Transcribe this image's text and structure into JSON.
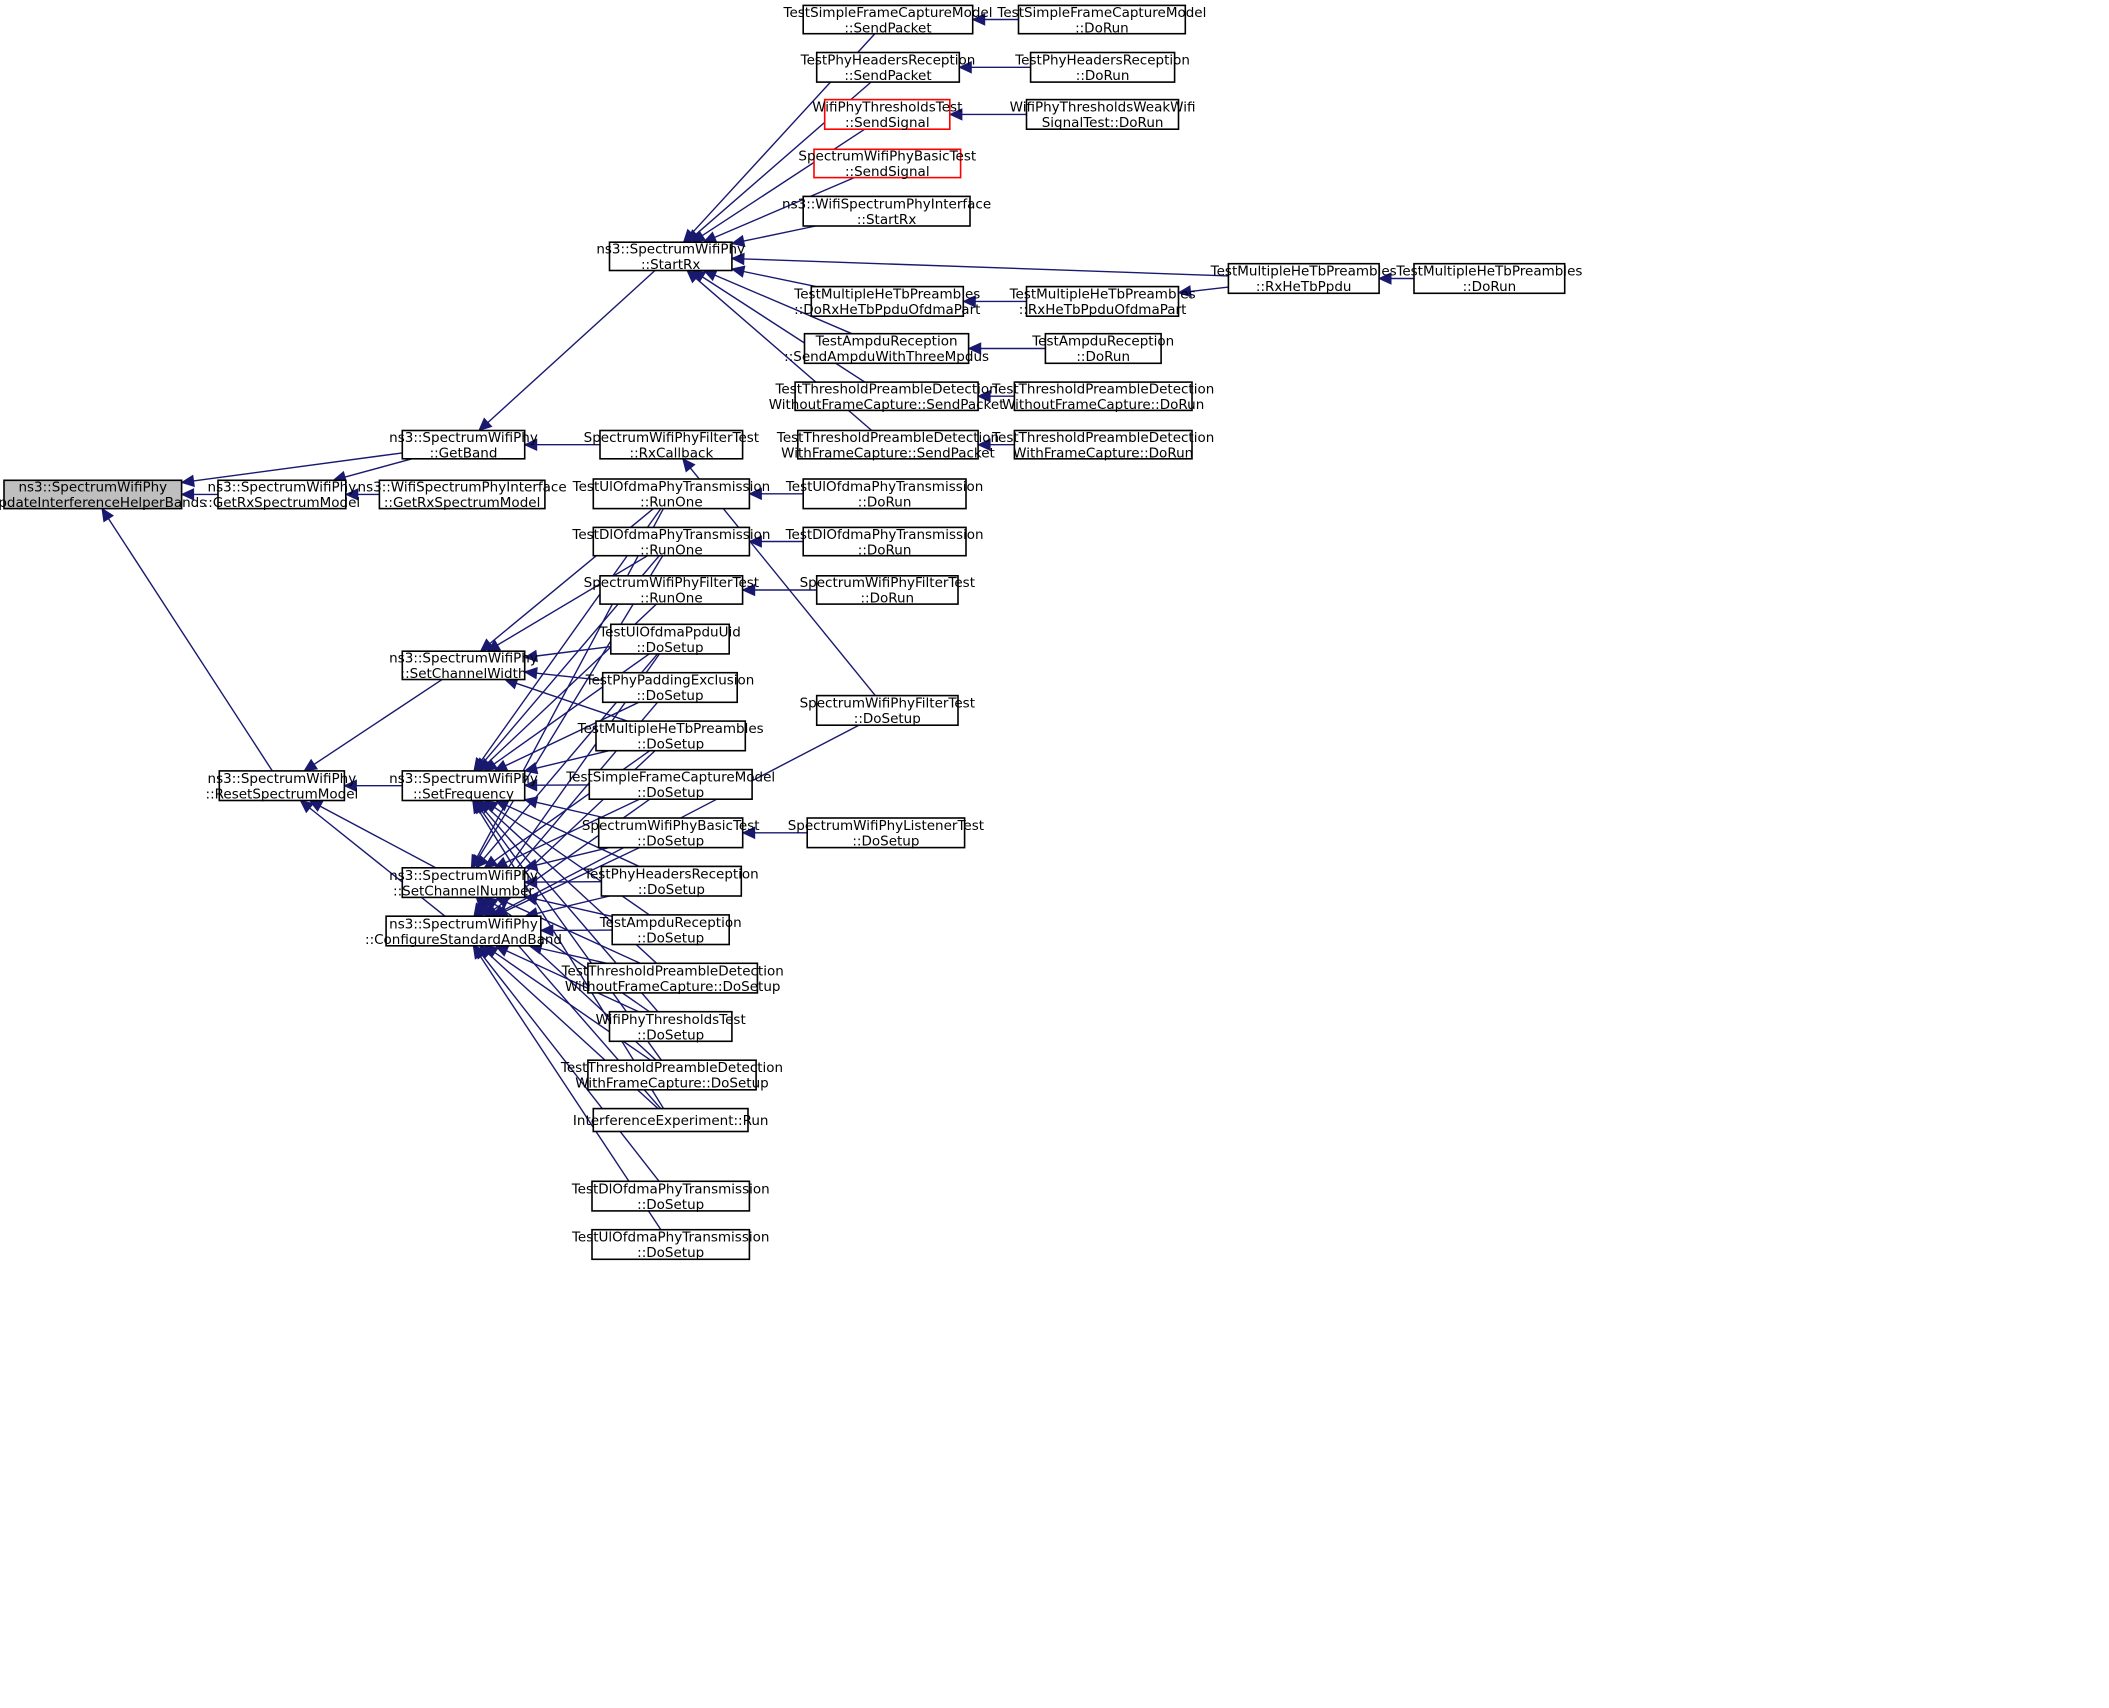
{
  "diagram": {
    "type": "call-graph",
    "colors": {
      "edge": "#191970",
      "node_border": "#000000",
      "node_border_special": "#ff0000",
      "root_fill": "#bfbfbf"
    },
    "nodes": [
      {
        "id": "n0",
        "lines": [
          "ns3::SpectrumWifiPhy",
          "::UpdateInterferenceHelperBands"
        ],
        "style": "root"
      },
      {
        "id": "n1",
        "lines": [
          "ns3::SpectrumWifiPhy",
          "::GetRxSpectrumModel"
        ]
      },
      {
        "id": "n2",
        "lines": [
          "ns3::WifiSpectrumPhyInterface",
          "::GetRxSpectrumModel"
        ]
      },
      {
        "id": "n3",
        "lines": [
          "ns3::SpectrumWifiPhy",
          "::GetBand"
        ]
      },
      {
        "id": "n4",
        "lines": [
          "ns3::SpectrumWifiPhy",
          "::StartRx"
        ]
      },
      {
        "id": "n5",
        "lines": [
          "SpectrumWifiPhyFilterTest",
          "::RxCallback"
        ]
      },
      {
        "id": "n6",
        "lines": [
          "TestSimpleFrameCaptureModel",
          "::SendPacket"
        ]
      },
      {
        "id": "n7",
        "lines": [
          "TestSimpleFrameCaptureModel",
          "::DoRun"
        ]
      },
      {
        "id": "n8",
        "lines": [
          "TestPhyHeadersReception",
          "::SendPacket"
        ]
      },
      {
        "id": "n9",
        "lines": [
          "TestPhyHeadersReception",
          "::DoRun"
        ]
      },
      {
        "id": "n10",
        "lines": [
          "WifiPhyThresholdsTest",
          "::SendSignal"
        ],
        "style": "red"
      },
      {
        "id": "n11",
        "lines": [
          "WifiPhyThresholdsWeakWifi",
          "SignalTest::DoRun"
        ]
      },
      {
        "id": "n12",
        "lines": [
          "SpectrumWifiPhyBasicTest",
          "::SendSignal"
        ],
        "style": "red"
      },
      {
        "id": "n13",
        "lines": [
          "ns3::WifiSpectrumPhyInterface",
          "::StartRx"
        ]
      },
      {
        "id": "n14",
        "lines": [
          "TestMultipleHeTbPreambles",
          "::RxHeTbPpdu"
        ]
      },
      {
        "id": "n15",
        "lines": [
          "TestMultipleHeTbPreambles",
          "::DoRun"
        ]
      },
      {
        "id": "n16",
        "lines": [
          "TestMultipleHeTbPreambles",
          "::DoRxHeTbPpduOfdmaPart"
        ]
      },
      {
        "id": "n17",
        "lines": [
          "TestMultipleHeTbPreambles",
          "::RxHeTbPpduOfdmaPart"
        ]
      },
      {
        "id": "n18",
        "lines": [
          "TestAmpduReception",
          "::SendAmpduWithThreeMpdus"
        ]
      },
      {
        "id": "n19",
        "lines": [
          "TestAmpduReception",
          "::DoRun"
        ]
      },
      {
        "id": "n20",
        "lines": [
          "TestThresholdPreambleDetection",
          "WithoutFrameCapture::SendPacket"
        ]
      },
      {
        "id": "n21",
        "lines": [
          "TestThresholdPreambleDetection",
          "WithoutFrameCapture::DoRun"
        ]
      },
      {
        "id": "n22",
        "lines": [
          "TestThresholdPreambleDetection",
          "WithFrameCapture::SendPacket"
        ]
      },
      {
        "id": "n23",
        "lines": [
          "TestThresholdPreambleDetection",
          "WithFrameCapture::DoRun"
        ]
      },
      {
        "id": "n24",
        "lines": [
          "ns3::SpectrumWifiPhy",
          "::ResetSpectrumModel"
        ]
      },
      {
        "id": "n25",
        "lines": [
          "ns3::SpectrumWifiPhy",
          "::SetChannelWidth"
        ]
      },
      {
        "id": "n26",
        "lines": [
          "ns3::SpectrumWifiPhy",
          "::SetFrequency"
        ]
      },
      {
        "id": "n27",
        "lines": [
          "ns3::SpectrumWifiPhy",
          "::SetChannelNumber"
        ]
      },
      {
        "id": "n28",
        "lines": [
          "ns3::SpectrumWifiPhy",
          "::ConfigureStandardAndBand"
        ]
      },
      {
        "id": "n29",
        "lines": [
          "TestUlOfdmaPhyTransmission",
          "::RunOne"
        ]
      },
      {
        "id": "n30",
        "lines": [
          "TestUlOfdmaPhyTransmission",
          "::DoRun"
        ]
      },
      {
        "id": "n31",
        "lines": [
          "TestDlOfdmaPhyTransmission",
          "::RunOne"
        ]
      },
      {
        "id": "n32",
        "lines": [
          "TestDlOfdmaPhyTransmission",
          "::DoRun"
        ]
      },
      {
        "id": "n33",
        "lines": [
          "SpectrumWifiPhyFilterTest",
          "::RunOne"
        ]
      },
      {
        "id": "n34",
        "lines": [
          "SpectrumWifiPhyFilterTest",
          "::DoRun"
        ]
      },
      {
        "id": "n35",
        "lines": [
          "TestUlOfdmaPpduUid",
          "::DoSetup"
        ]
      },
      {
        "id": "n36",
        "lines": [
          "TestPhyPaddingExclusion",
          "::DoSetup"
        ]
      },
      {
        "id": "n37",
        "lines": [
          "SpectrumWifiPhyFilterTest",
          "::DoSetup"
        ]
      },
      {
        "id": "n38",
        "lines": [
          "TestMultipleHeTbPreambles",
          "::DoSetup"
        ]
      },
      {
        "id": "n39",
        "lines": [
          "TestSimpleFrameCaptureModel",
          "::DoSetup"
        ]
      },
      {
        "id": "n40",
        "lines": [
          "SpectrumWifiPhyBasicTest",
          "::DoSetup"
        ]
      },
      {
        "id": "n41",
        "lines": [
          "SpectrumWifiPhyListenerTest",
          "::DoSetup"
        ]
      },
      {
        "id": "n42",
        "lines": [
          "TestPhyHeadersReception",
          "::DoSetup"
        ]
      },
      {
        "id": "n43",
        "lines": [
          "TestAmpduReception",
          "::DoSetup"
        ]
      },
      {
        "id": "n44",
        "lines": [
          "TestThresholdPreambleDetection",
          "WithoutFrameCapture::DoSetup"
        ]
      },
      {
        "id": "n45",
        "lines": [
          "WifiPhyThresholdsTest",
          "::DoSetup"
        ]
      },
      {
        "id": "n46",
        "lines": [
          "TestThresholdPreambleDetection",
          "WithFrameCapture::DoSetup"
        ]
      },
      {
        "id": "n47",
        "lines": [
          "InterferenceExperiment::Run"
        ]
      },
      {
        "id": "n48",
        "lines": [
          "TestDlOfdmaPhyTransmission",
          "::DoSetup"
        ]
      },
      {
        "id": "n49",
        "lines": [
          "TestUlOfdmaPhyTransmission",
          "::DoSetup"
        ]
      }
    ],
    "edges": [
      [
        "n1",
        "n0"
      ],
      [
        "n3",
        "n0"
      ],
      [
        "n24",
        "n0"
      ],
      [
        "n2",
        "n1"
      ],
      [
        "n3",
        "n1"
      ],
      [
        "n4",
        "n3"
      ],
      [
        "n5",
        "n3"
      ],
      [
        "n6",
        "n4"
      ],
      [
        "n8",
        "n4"
      ],
      [
        "n10",
        "n4"
      ],
      [
        "n12",
        "n4"
      ],
      [
        "n13",
        "n4"
      ],
      [
        "n14",
        "n4"
      ],
      [
        "n16",
        "n4"
      ],
      [
        "n18",
        "n4"
      ],
      [
        "n20",
        "n4"
      ],
      [
        "n22",
        "n4"
      ],
      [
        "n7",
        "n6"
      ],
      [
        "n9",
        "n8"
      ],
      [
        "n11",
        "n10"
      ],
      [
        "n15",
        "n14"
      ],
      [
        "n17",
        "n16"
      ],
      [
        "n14",
        "n17"
      ],
      [
        "n19",
        "n18"
      ],
      [
        "n21",
        "n20"
      ],
      [
        "n23",
        "n22"
      ],
      [
        "n37",
        "n5"
      ],
      [
        "n25",
        "n24"
      ],
      [
        "n26",
        "n24"
      ],
      [
        "n27",
        "n24"
      ],
      [
        "n28",
        "n24"
      ],
      [
        "n29",
        "n25"
      ],
      [
        "n31",
        "n25"
      ],
      [
        "n35",
        "n25"
      ],
      [
        "n36",
        "n25"
      ],
      [
        "n38",
        "n25"
      ],
      [
        "n29",
        "n26"
      ],
      [
        "n31",
        "n26"
      ],
      [
        "n33",
        "n26"
      ],
      [
        "n35",
        "n26"
      ],
      [
        "n36",
        "n26"
      ],
      [
        "n38",
        "n26"
      ],
      [
        "n39",
        "n26"
      ],
      [
        "n40",
        "n26"
      ],
      [
        "n42",
        "n26"
      ],
      [
        "n43",
        "n26"
      ],
      [
        "n44",
        "n26"
      ],
      [
        "n45",
        "n26"
      ],
      [
        "n46",
        "n26"
      ],
      [
        "n47",
        "n26"
      ],
      [
        "n29",
        "n27"
      ],
      [
        "n31",
        "n27"
      ],
      [
        "n35",
        "n27"
      ],
      [
        "n38",
        "n27"
      ],
      [
        "n39",
        "n27"
      ],
      [
        "n40",
        "n27"
      ],
      [
        "n42",
        "n27"
      ],
      [
        "n43",
        "n27"
      ],
      [
        "n44",
        "n27"
      ],
      [
        "n45",
        "n27"
      ],
      [
        "n46",
        "n27"
      ],
      [
        "n47",
        "n27"
      ],
      [
        "n35",
        "n28"
      ],
      [
        "n36",
        "n28"
      ],
      [
        "n38",
        "n28"
      ],
      [
        "n39",
        "n28"
      ],
      [
        "n40",
        "n28"
      ],
      [
        "n42",
        "n28"
      ],
      [
        "n43",
        "n28"
      ],
      [
        "n44",
        "n28"
      ],
      [
        "n45",
        "n28"
      ],
      [
        "n46",
        "n28"
      ],
      [
        "n47",
        "n28"
      ],
      [
        "n37",
        "n28"
      ],
      [
        "n48",
        "n28"
      ],
      [
        "n49",
        "n28"
      ],
      [
        "n30",
        "n29"
      ],
      [
        "n32",
        "n31"
      ],
      [
        "n34",
        "n33"
      ],
      [
        "n41",
        "n40"
      ]
    ]
  }
}
